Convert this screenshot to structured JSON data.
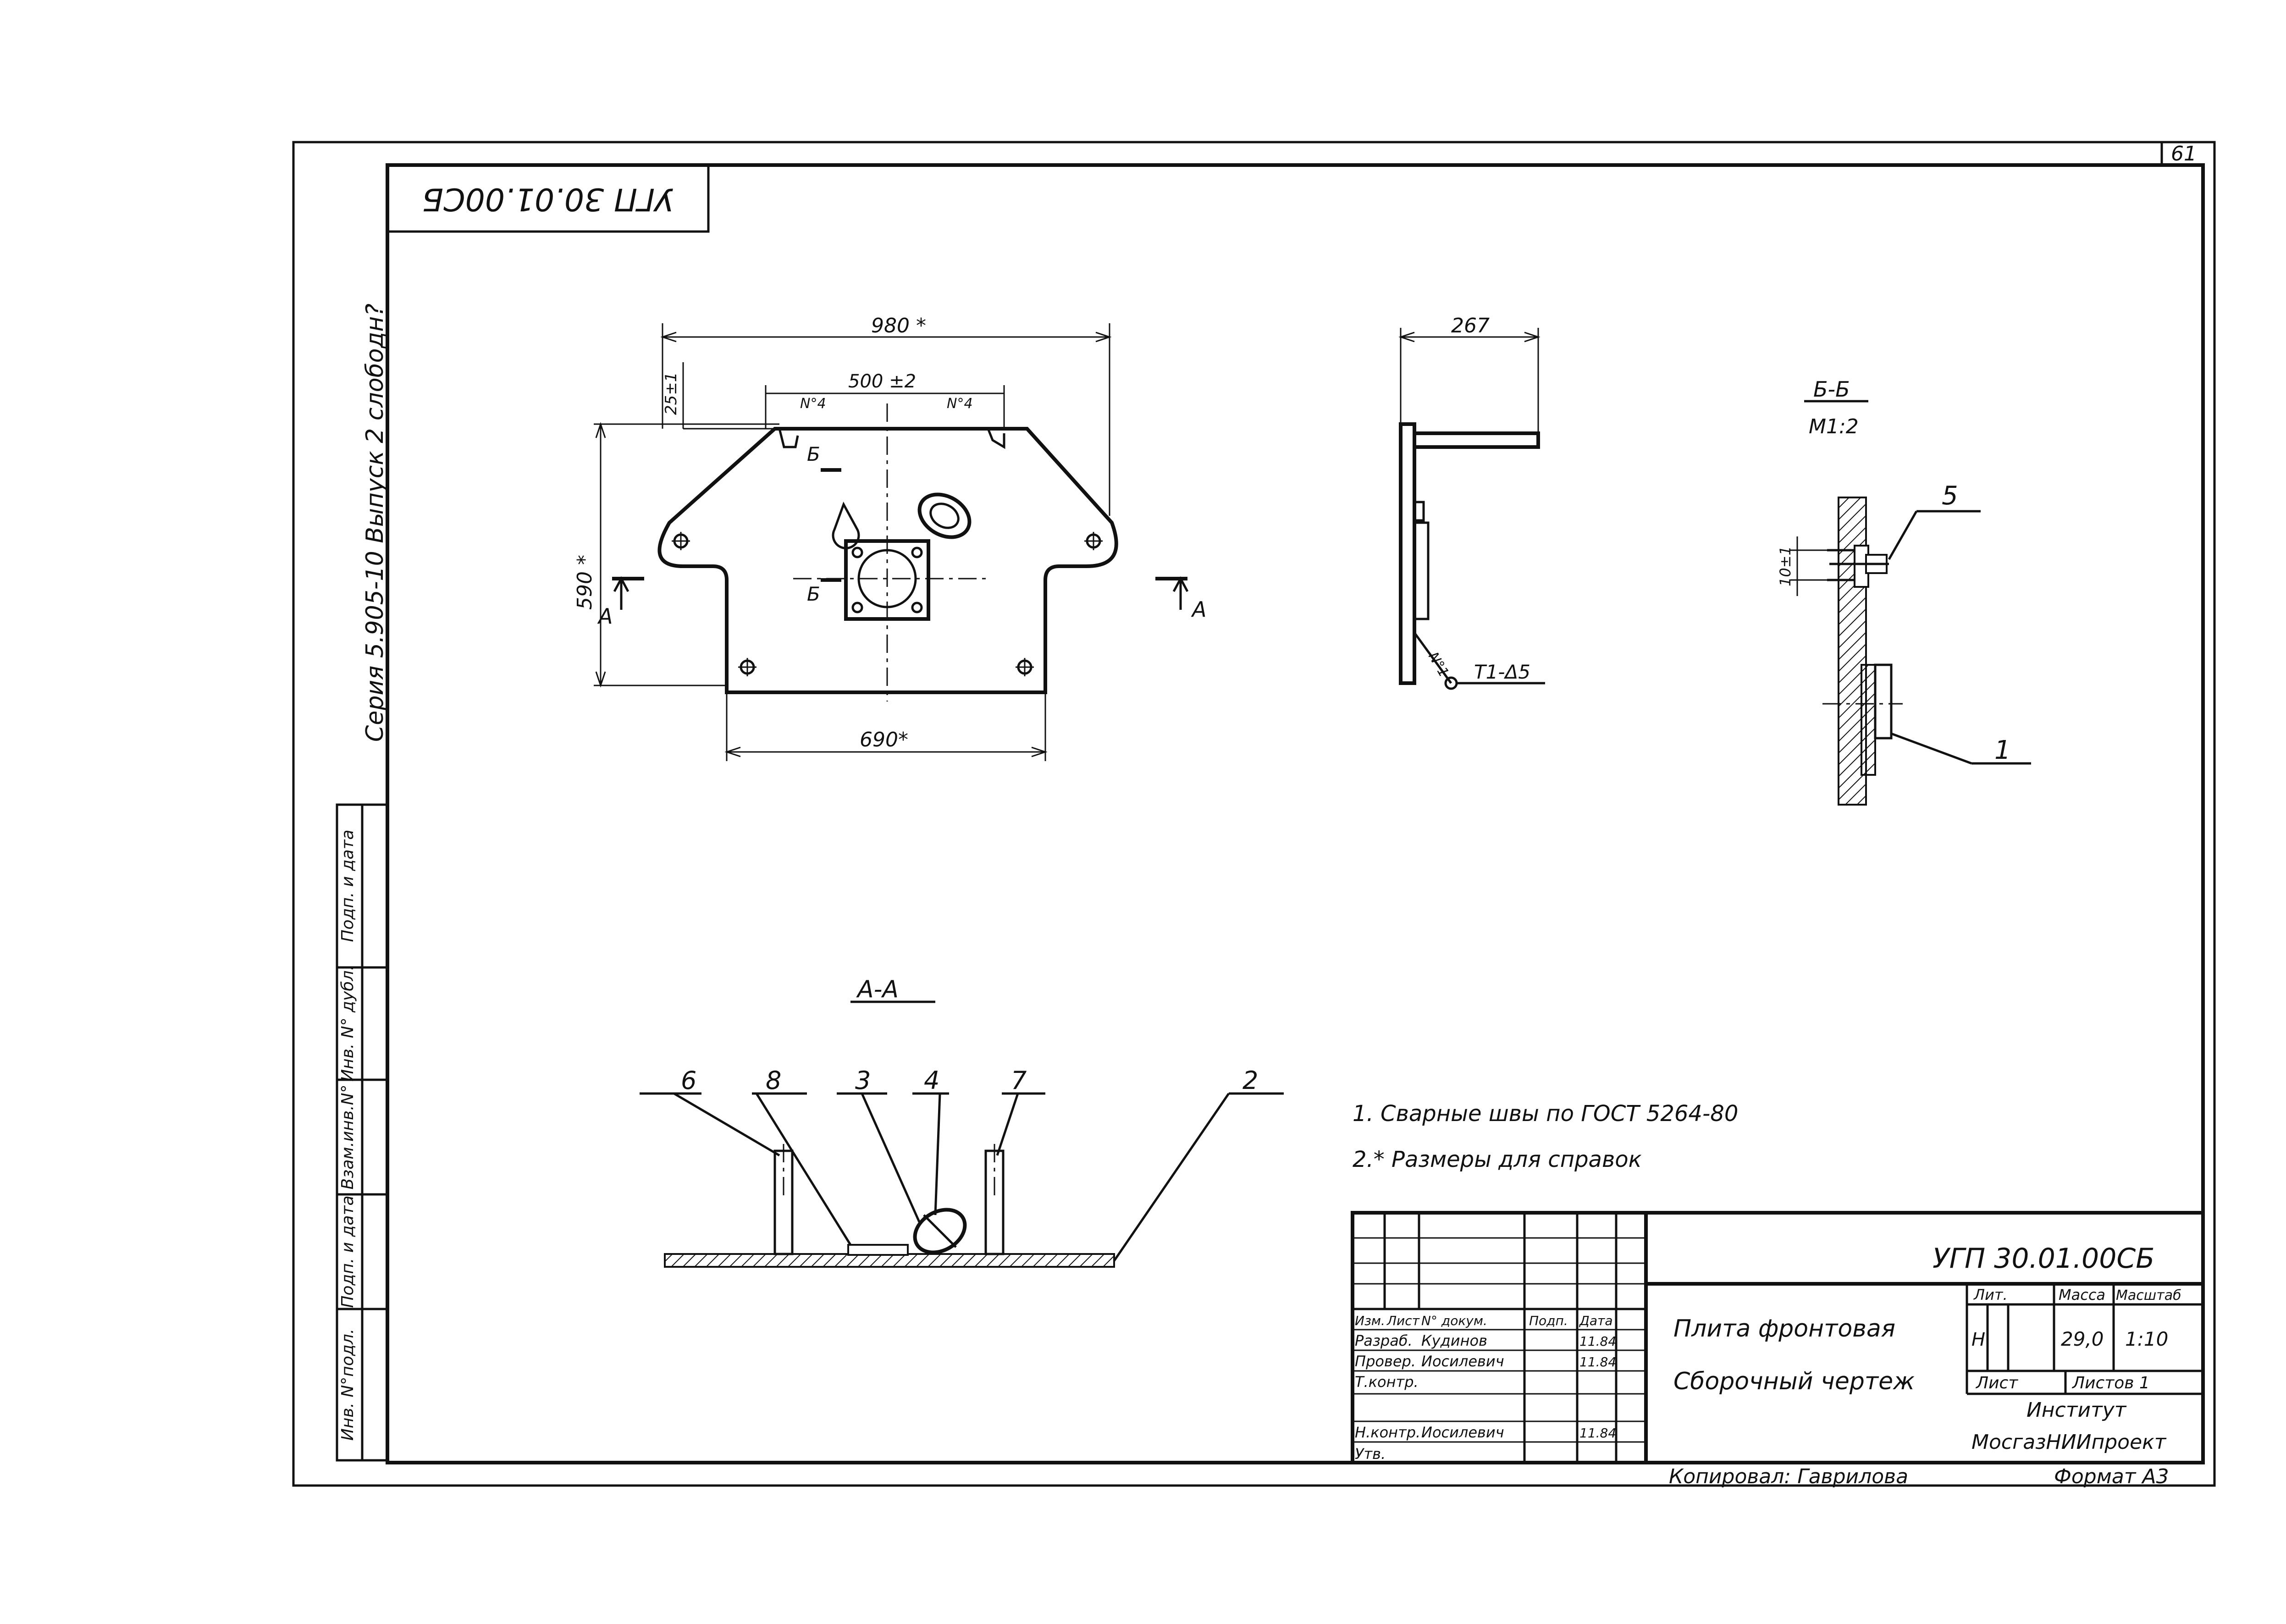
{
  "sheet": {
    "page_number": "61",
    "designation_rotated": "УГП 30.01.00СБ",
    "series_text": "Серия 5.905-10   Выпуск 2 слободн?",
    "section_bb_title": "Б-Б",
    "section_bb_scale": "М1:2",
    "section_aa_title": "А-А"
  },
  "dimensions": {
    "top_width": "980 *",
    "hole_spacing": "500 ±2",
    "side_offset": "25±1",
    "height": "590 *",
    "bottom_width": "690*",
    "side_width": "267",
    "section_offset": "10±1",
    "note_left": "N°4",
    "note_right": "N°4",
    "weld_left": "N°1",
    "weld_symbol": "Т1-Δ5",
    "cut_b_top": "Б",
    "cut_b_bottom": "Б",
    "cut_a_left": "А",
    "cut_a_right": "А"
  },
  "callouts_bb": [
    "5",
    "1"
  ],
  "callouts_aa": [
    "6",
    "8",
    "3",
    "4",
    "7",
    "2"
  ],
  "notes": [
    "1. Сварные  швы по ГОСТ 5264-80",
    "2.* Размеры для справок"
  ],
  "left_strip": [
    "Инв. N°подл.",
    "Подп. и дата",
    "Взам.инв.N°",
    "Инв. N° дубл.",
    "Подп. и дата"
  ],
  "title_block": {
    "designation": "УГП 30.01.00СБ",
    "name_line1": "Плита фронтовая",
    "name_line2": "Сборочный чертеж",
    "col_headers": [
      "Изм.",
      "Лист",
      "N° докум.",
      "Подп.",
      "Дата"
    ],
    "rows": [
      {
        "role": "Разраб.",
        "name": "Кудинов",
        "date": "11.84"
      },
      {
        "role": "Провер.",
        "name": "Иосилевич",
        "date": "11.84"
      },
      {
        "role": "Т.контр.",
        "name": "",
        "date": ""
      },
      {
        "role": "Н.контр.",
        "name": "Иосилевич",
        "date": "11.84"
      },
      {
        "role": "Утв.",
        "name": "",
        "date": ""
      }
    ],
    "lit_label": "Лит.",
    "mass_label": "Масса",
    "scale_label": "Масштаб",
    "lit_value": "Н",
    "mass_value": "29,0",
    "scale_value": "1:10",
    "sheet_label": "Лист",
    "sheets_label": "Листов 1",
    "org_line1": "Институт",
    "org_line2": "МосгазНИИпроект",
    "copied_by": "Копировал: Гаврилова",
    "format": "Формат А3"
  }
}
